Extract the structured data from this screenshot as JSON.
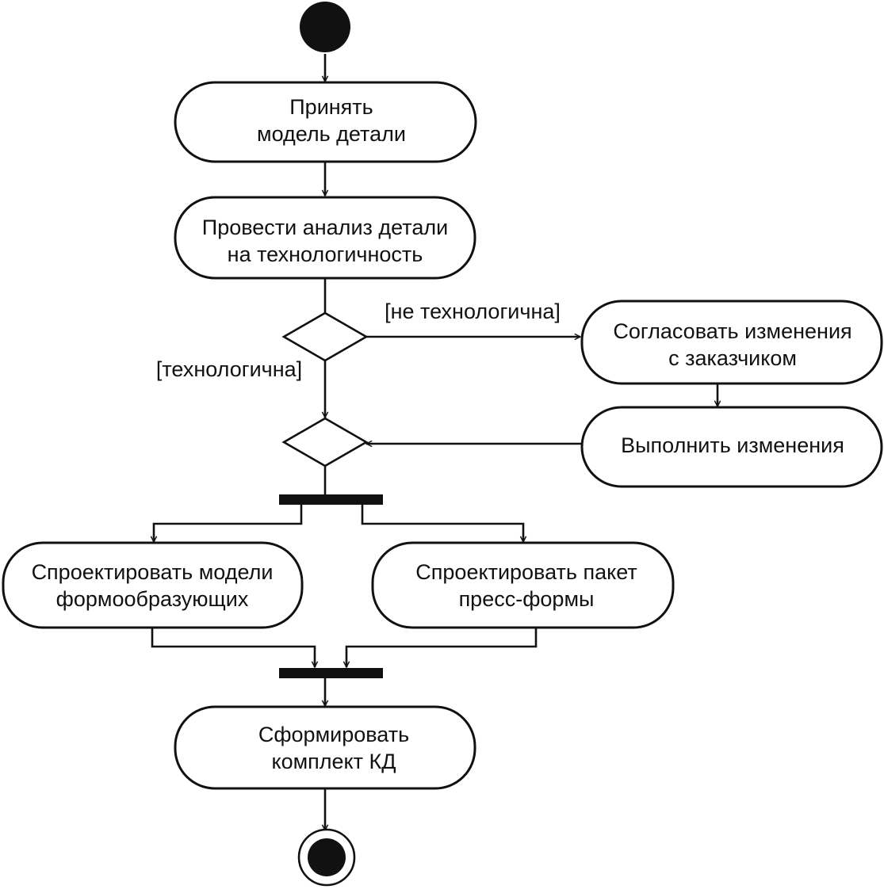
{
  "activities": {
    "accept": {
      "line1": "Принять",
      "line2": "модель детали"
    },
    "analyze": {
      "line1": "Провести анализ детали",
      "line2": "на технологичность"
    },
    "agree": {
      "line1": "Согласовать изменения",
      "line2": "с заказчиком"
    },
    "apply": {
      "line1": "Выполнить изменения"
    },
    "design_models": {
      "line1": "Спроектировать модели",
      "line2": "формообразующих"
    },
    "design_package": {
      "line1": "Спроектировать пакет",
      "line2": "пресс-формы"
    },
    "form_kd": {
      "line1": "Сформировать",
      "line2": "комплект КД"
    }
  },
  "guards": {
    "not_manufacturable": "[не технологична]",
    "manufacturable": "[технологична]"
  }
}
